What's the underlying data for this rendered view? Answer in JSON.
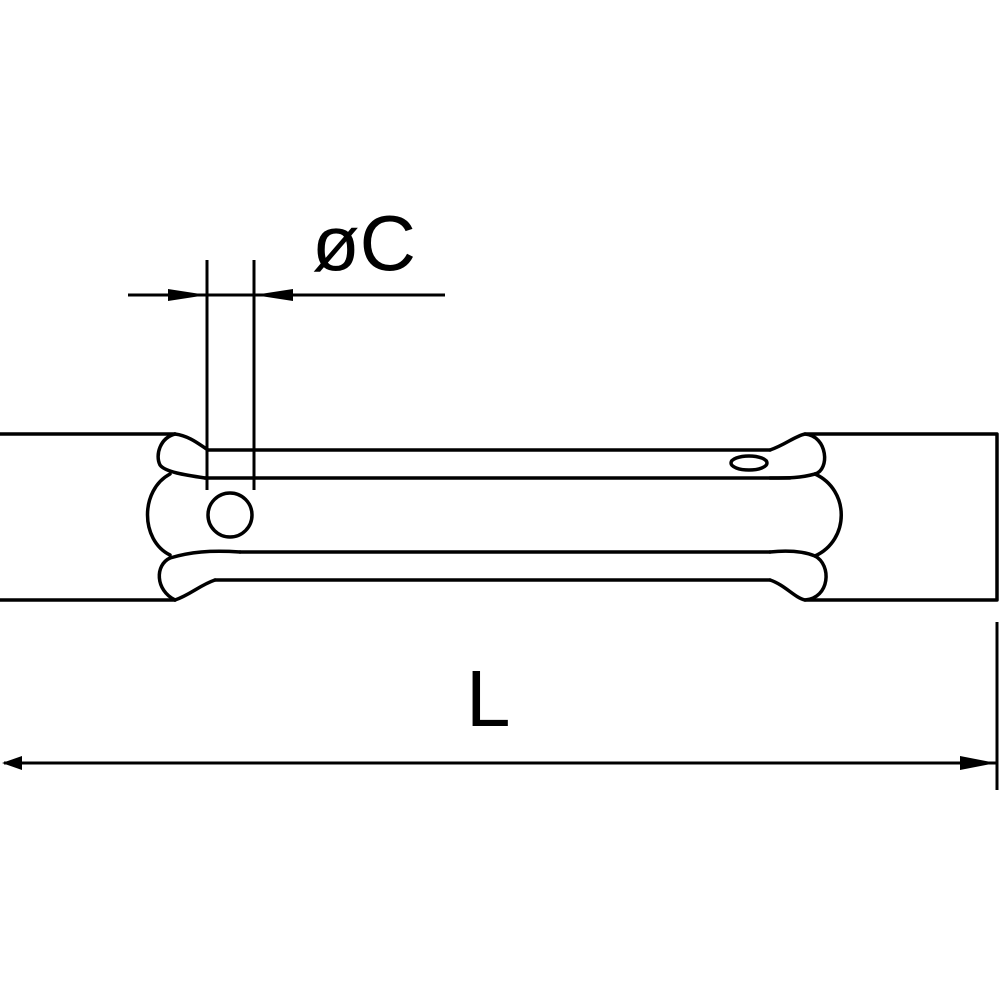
{
  "diagram": {
    "type": "technical-dimension-drawing",
    "subject": "double-ended tube box wrench",
    "labels": {
      "diameter": "øC",
      "length": "L"
    },
    "colors": {
      "stroke": "#000000",
      "background": "#ffffff"
    }
  }
}
